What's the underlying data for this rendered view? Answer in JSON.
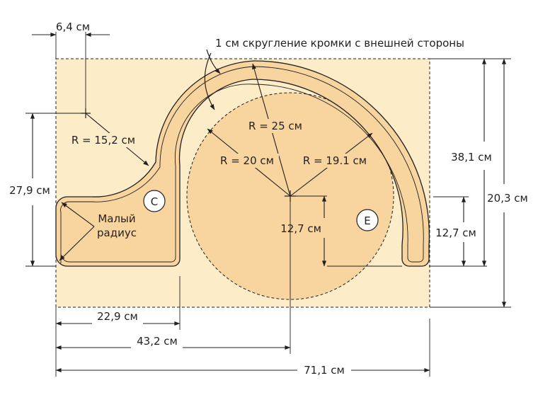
{
  "labels": {
    "dim_64": "6,4 см",
    "note_edge": "1 см скругление кромки с внешней стороны",
    "r_152": "R = 15,2 см",
    "r_25": "R = 25 см",
    "r_20": "R = 20 см",
    "r_191": "R = 19.1 см",
    "dim_381": "38,1 см",
    "dim_203": "20,3 см",
    "dim_279": "27,9 см",
    "small_radius_1": "Малый",
    "small_radius_2": "радиус",
    "dim_127_center": "12,7 см",
    "dim_127_right": "12,7 см",
    "dim_229": "22,9 см",
    "dim_432": "43,2 см",
    "dim_711": "71,1 см",
    "part_c": "C",
    "part_e": "E"
  },
  "colors": {
    "board": "#fdecc8",
    "part": "#f8d59e",
    "outline": "#231f20"
  }
}
